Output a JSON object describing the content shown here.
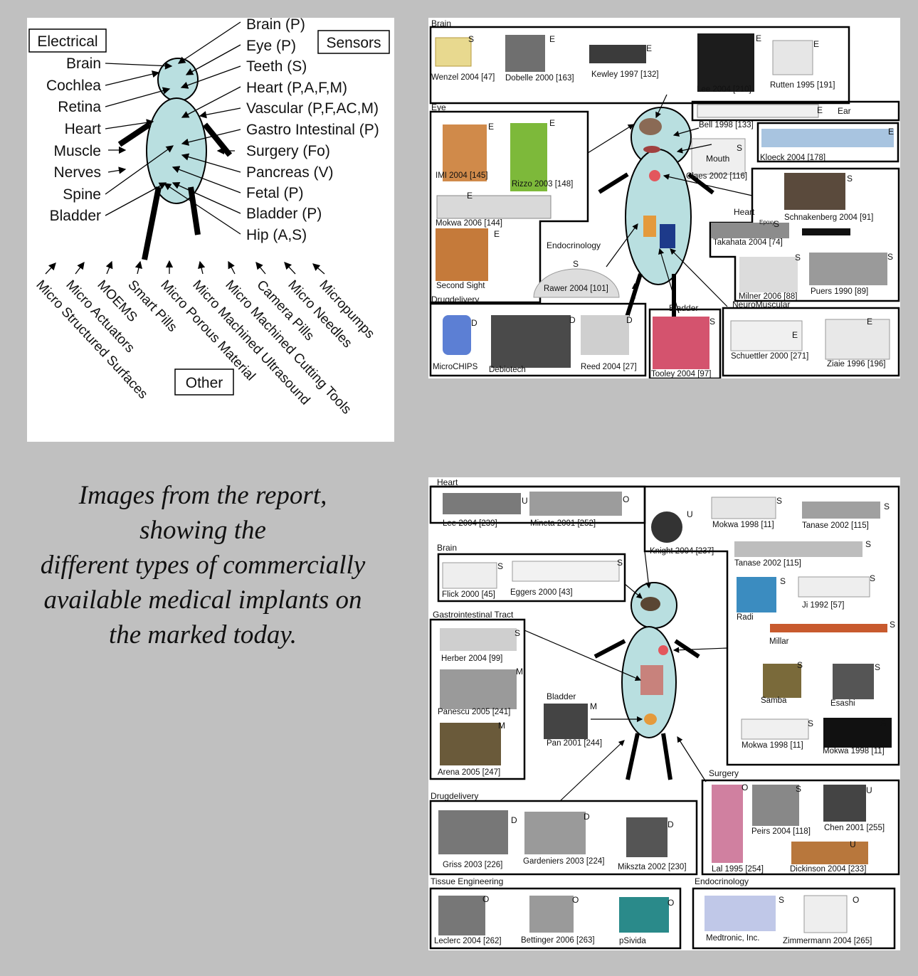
{
  "diagram1": {
    "electrical_label": "Electrical",
    "sensors_label": "Sensors",
    "other_label": "Other",
    "left_labels": [
      "Brain",
      "Cochlea",
      "Retina",
      "Heart",
      "Muscle",
      "Nerves",
      "Spine",
      "Bladder"
    ],
    "right_labels": [
      "Brain (P)",
      "Eye (P)",
      "Teeth (S)",
      "Heart (P,A,F,M)",
      "Vascular (P,F,AC,M)",
      "Gastro Intestinal (P)",
      "Surgery (Fo)",
      "Pancreas (V)",
      "Fetal (P)",
      "Bladder (P)",
      "Hip (A,S)"
    ],
    "other_items": [
      "Micro Structured Surfaces",
      "Micro Actuators",
      "MOEMS",
      "Smart Pills",
      "Micro Porous Material",
      "Micro Machined Ultrasound",
      "Micro Machined Cutting Tools",
      "Camera Pills",
      "Micro Needles",
      "Micropumps"
    ]
  },
  "diagram2": {
    "brain": {
      "title": "Brain",
      "items": [
        "Wenzel 2004 [47]",
        "Dobelle 2000 [163]",
        "Kewley 1997 [132]",
        "Lee 2004 [210]",
        "Rutten 1995 [191]"
      ],
      "tags": [
        "S",
        "E",
        "E",
        "E",
        "E"
      ]
    },
    "eye": {
      "title": "Eye",
      "items": [
        "IMI 2004 [145]",
        "Rizzo 2003 [148]",
        "Mokwa 2006 [144]",
        "Second Sight"
      ],
      "tags": [
        "E",
        "E",
        "E",
        "E"
      ]
    },
    "ear": {
      "title": "Ear",
      "items": [
        "Bell 1998 [133]",
        "Kloeck 2004 [178]"
      ],
      "tags": [
        "E",
        "E"
      ]
    },
    "mouth": {
      "title": "Mouth",
      "items": [
        "Claes 2002 [116]"
      ],
      "tags": [
        "S"
      ]
    },
    "heart": {
      "title": "Heart",
      "items": [
        "Schnakenberg 2004 [91]",
        "Takahata 2004 [74]",
        "Milner 2006 [88]",
        "Puers 1990 [89]"
      ],
      "tags": [
        "S",
        "S",
        "S",
        "S"
      ],
      "epoxy": "Epoxy"
    },
    "endocrinology": {
      "title": "Endocrinology",
      "items": [
        "Rawer 2004 [101]"
      ],
      "tags": [
        "S"
      ]
    },
    "drugdelivery": {
      "title": "Drugdelivery",
      "items": [
        "MicroCHIPS",
        "Debiotech",
        "Reed 2004 [27]"
      ],
      "tags": [
        "D",
        "D",
        "D"
      ]
    },
    "bladder": {
      "title": "Bladder",
      "items": [
        "Tooley 2004 [97]"
      ],
      "tags": [
        "S"
      ]
    },
    "neuromuscular": {
      "title": "NeuroMuscular",
      "items": [
        "Schuettler 2000 [271]",
        "Ziaie 1996 [196]"
      ],
      "tags": [
        "E",
        "E"
      ]
    }
  },
  "caption": {
    "lines": [
      "Images from the report,",
      "showing the",
      "different types of commercially",
      "available medical implants on",
      "the marked today."
    ]
  },
  "diagram3": {
    "heart": {
      "title": "Heart",
      "items": [
        "Lee 2004 [239]",
        "Mineta 2001 [252]",
        "Knight 2004 [237]",
        "Mokwa 1998 [11]",
        "Tanase 2002 [115]",
        "Tanase 2002 [115]",
        "Radi",
        "Ji 1992 [57]",
        "Millar",
        "Samba",
        "Esashi",
        "Mokwa 1998 [11]",
        "Mokwa 1998 [11]"
      ],
      "tags": [
        "U",
        "O",
        "U",
        "S",
        "S",
        "S",
        "S",
        "S",
        "S",
        "S",
        "S",
        "S",
        "S"
      ]
    },
    "brain": {
      "title": "Brain",
      "items": [
        "Flick 2000 [45]",
        "Eggers 2000 [43]"
      ],
      "tags": [
        "S",
        "S"
      ]
    },
    "gi": {
      "title": "Gastrointestinal Tract",
      "items": [
        "Herber 2004 [99]",
        "Panescu 2005 [241]",
        "Arena 2005 [247]"
      ],
      "tags": [
        "S",
        "M",
        "M"
      ]
    },
    "bladder": {
      "title": "Bladder",
      "items": [
        "Pan 2001 [244]"
      ],
      "tags": [
        "M"
      ]
    },
    "surgery": {
      "title": "Surgery",
      "items": [
        "Lal 1995 [254]",
        "Peirs 2004 [118]",
        "Chen 2001 [255]",
        "Dickinson 2004 [233]"
      ],
      "tags": [
        "O",
        "S",
        "U",
        "U"
      ]
    },
    "drugdelivery": {
      "title": "Drugdelivery",
      "items": [
        "Griss 2003 [226]",
        "Gardeniers 2003 [224]",
        "Mikszta 2002 [230]"
      ],
      "tags": [
        "D",
        "D",
        "D"
      ]
    },
    "tissue": {
      "title": "Tissue Engineering",
      "items": [
        "Leclerc 2004 [262]",
        "Bettinger 2006 [263]",
        "pSivida"
      ],
      "tags": [
        "O",
        "O",
        "O"
      ]
    },
    "endocrinology": {
      "title": "Endocrinology",
      "items": [
        "Medtronic, Inc.",
        "Zimmermann 2004 [265]"
      ],
      "tags": [
        "S",
        "O"
      ]
    }
  }
}
